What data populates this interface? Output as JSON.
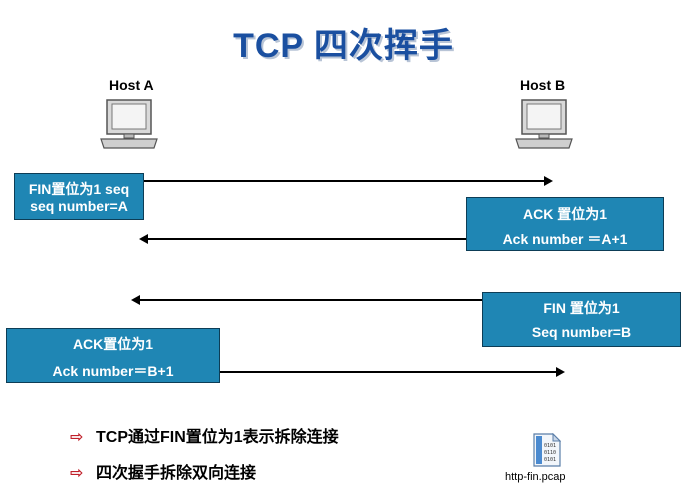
{
  "title": "TCP 四次挥手",
  "hosts": {
    "a_label": "Host A",
    "b_label": "Host B"
  },
  "messages": {
    "fin1": {
      "line1": "FIN置位为1 seq",
      "line2": "seq number=A"
    },
    "ack1": {
      "line1": "ACK 置位为1",
      "line2": "Ack number ＝A+1"
    },
    "fin2": {
      "line1": "FIN 置位为1",
      "line2": "Seq number=B"
    },
    "ack2": {
      "line1": "ACK置位为1",
      "line2": "Ack number＝B+1"
    }
  },
  "bullets": [
    "TCP通过FIN置位为1表示拆除连接",
    "四次握手拆除双向连接"
  ],
  "file": {
    "label": "http-fin.pcap",
    "icon": "binary-file-icon"
  },
  "colors": {
    "title": "#1a4fa0",
    "box": "#1f86b4",
    "bullet_mark": "#c0202a"
  }
}
